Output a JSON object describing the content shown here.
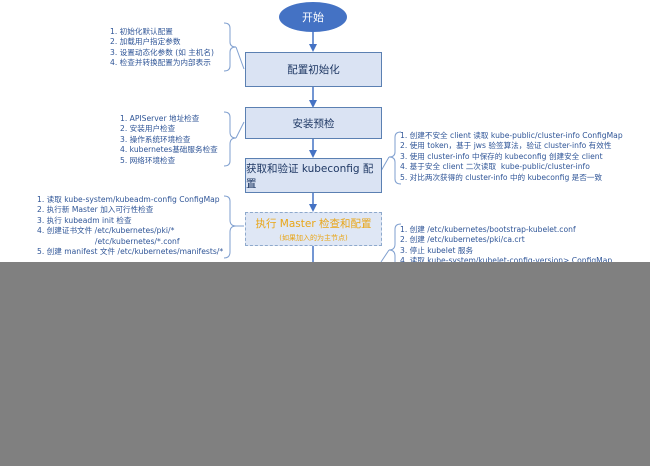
{
  "start": {
    "label": "开始"
  },
  "steps": [
    {
      "label": "配置初始化"
    },
    {
      "label": "安装预检"
    },
    {
      "label": "获取和验证 kubeconfig 配置"
    },
    {
      "label": "执行 Master 检查和配置",
      "sublabel": "(如果加入的为主节点)"
    }
  ],
  "notes": {
    "config_init": [
      "1. 初始化默认配置",
      "2. 加载用户指定参数",
      "3. 设置动态化参数 (如 主机名)",
      "4. 检查并转换配置为内部表示"
    ],
    "preflight": [
      "1. APIServer 地址检查",
      "2. 安装用户检查",
      "3. 操作系统环境检查",
      "4. kubernetes基础服务检查",
      "5. 网络环境检查"
    ],
    "kubeconfig": [
      "1. 创建不安全 client 读取 kube-public/cluster-info ConfigMap",
      "2. 使用 token，基于 jws 验签算法，验证 cluster-info 有效性",
      "3. 使用 cluster-info 中保存的 kubeconfig 创建安全 client",
      "4. 基于安全 client 二次读取  kube-public/cluster-info",
      "5. 对比两次获得的 cluster-info 中的 kubeconfig 是否一致"
    ],
    "master": [
      "1. 读取 kube-system/kubeadm-config ConfigMap",
      "2. 执行新 Master 加入可行性检查",
      "3. 执行 kubeadm init 检查",
      "4. 创建证书文件 /etc/kubernetes/pki/*",
      "                        /etc/kubernetes/*.conf",
      "5. 创建 manifest 文件 /etc/kubernetes/manifests/*"
    ],
    "kubelet": [
      "1. 创建 /etc/kubernetes/bootstrap-kubelet.conf",
      "2. 创建 /etc/kubernetes/pki/ca.crt",
      "3. 停止 kubelet 服务",
      "4. 读取 kube-system/kubelet-config-version> ConfigMap"
    ]
  },
  "colors": {
    "primary": "#4472c4",
    "box_fill": "#dae3f3",
    "box_border": "#5b80b2",
    "note_text": "#2f5597",
    "highlight": "#e9a516",
    "mask": "#808080"
  }
}
